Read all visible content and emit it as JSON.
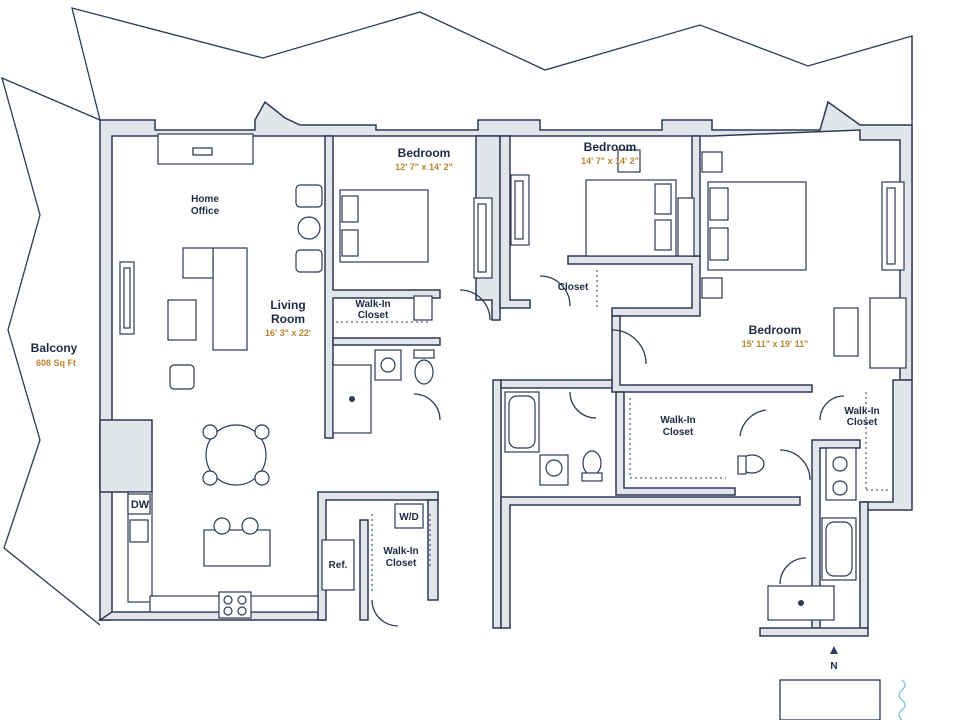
{
  "rooms": {
    "balcony": {
      "name": "Balcony",
      "area": "608 Sq Ft"
    },
    "home_office": {
      "name_line1": "Home",
      "name_line2": "Office"
    },
    "living_room": {
      "name_line1": "Living",
      "name_line2": "Room",
      "dims": "16' 3\" x 22'"
    },
    "bedroom1": {
      "name": "Bedroom",
      "dims": "12' 7\" x 14' 2\""
    },
    "bedroom2": {
      "name": "Bedroom",
      "dims": "14' 7\" x 14' 2\""
    },
    "bedroom3": {
      "name": "Bedroom",
      "dims": "15' 11\" x 19' 11\""
    },
    "walkin1": {
      "line1": "Walk-In",
      "line2": "Closet"
    },
    "walkin2": {
      "line1": "Walk-In",
      "line2": "Closet"
    },
    "walkin3": {
      "line1": "Walk-In",
      "line2": "Closet"
    },
    "walkin4": {
      "line1": "Walk-In",
      "line2": "Closet"
    },
    "closet": {
      "name": "Closet"
    }
  },
  "appliances": {
    "dishwasher": "DW",
    "washer_dryer": "W/D",
    "refrigerator": "Ref."
  },
  "compass": {
    "north": "N"
  },
  "colors": {
    "wall_fill": "#e2e5ea",
    "line": "#2c3a55",
    "label": "#1f2a44",
    "dimension": "#b8862e",
    "accent_wave": "#7fc4d6"
  }
}
